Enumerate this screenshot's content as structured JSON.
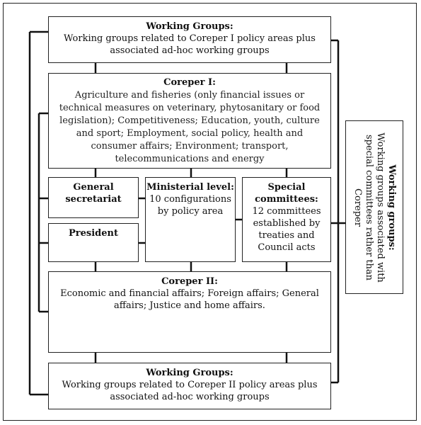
{
  "working_groups_top": {
    "title": "Working Groups:",
    "text": "Working groups related to Coreper I policy areas plus associated ad-hoc working groups"
  },
  "coreper1": {
    "title": "Coreper I:",
    "text": "Agriculture and fisheries (only financial issues or technical measures on veterinary, phytosanitary or food legislation); Competitiveness; Education, youth, culture and sport; Employment, social policy, health and consumer affairs; Environment; transport, telecommunications and energy"
  },
  "general_secretariat": {
    "title": "General secretariat"
  },
  "president": {
    "title": "President"
  },
  "ministerial": {
    "title": "Ministerial level:",
    "text": "10 configurations by policy area"
  },
  "special_committees": {
    "title": "Special committees:",
    "text": "12 committees established by treaties and Council acts"
  },
  "coreper2": {
    "title": "Coreper II:",
    "text": "Economic and financial affairs; Foreign affairs; General affairs; Justice and home affairs."
  },
  "working_groups_bottom": {
    "title": "Working Groups:",
    "text": "Working groups related to Coreper II policy areas plus associated ad-hoc working groups"
  },
  "working_groups_special": {
    "title": "Working groups:",
    "text": "Working groups associated with special committees rather than Coreper"
  }
}
